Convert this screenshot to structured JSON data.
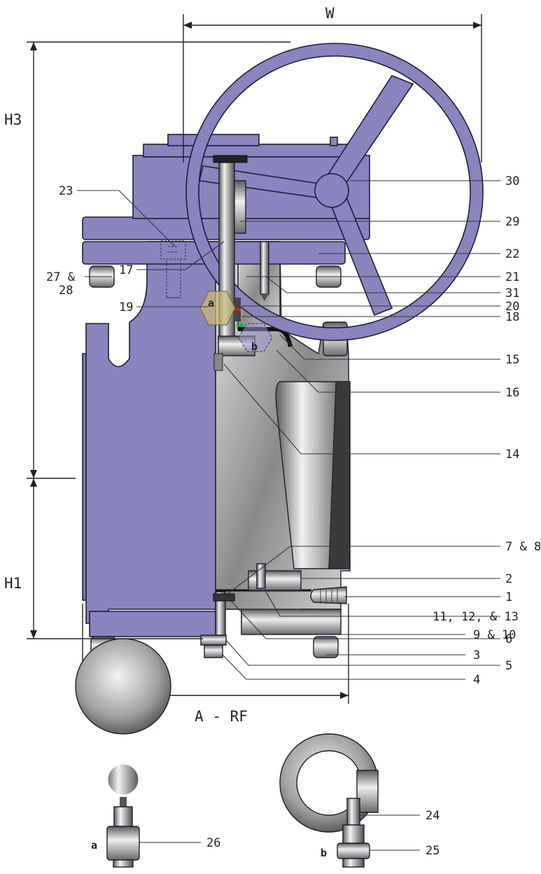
{
  "colors": {
    "purple": "#8a84bf",
    "purple_dark": "#6c66a6",
    "steel_light": "#e6e6e6",
    "steel_dark": "#6e6e6e",
    "line": "#222222"
  },
  "dimensions": {
    "width": "W",
    "height_top": "H3",
    "height_bottom": "H1",
    "face_to_face": "A - RF"
  },
  "detail_tags": {
    "a": "a",
    "b": "b"
  },
  "callouts": {
    "c30": "30",
    "c29": "29",
    "c22": "22",
    "c21": "21",
    "c31": "31",
    "c20": "20",
    "c18": "18",
    "c15": "15",
    "c16": "16",
    "c14": "14",
    "c7_8": "7 & 8",
    "c2": "2",
    "c1": "1",
    "c11_12_13": "11, 12, & 13",
    "c6": "6",
    "c3": "3",
    "c9_10": "9 & 10",
    "c5": "5",
    "c4": "4",
    "c23": "23",
    "c27_28_a": "27 &",
    "c27_28_b": "28",
    "c17": "17",
    "c19": "19",
    "c26": "26",
    "c24": "24",
    "c25": "25"
  }
}
